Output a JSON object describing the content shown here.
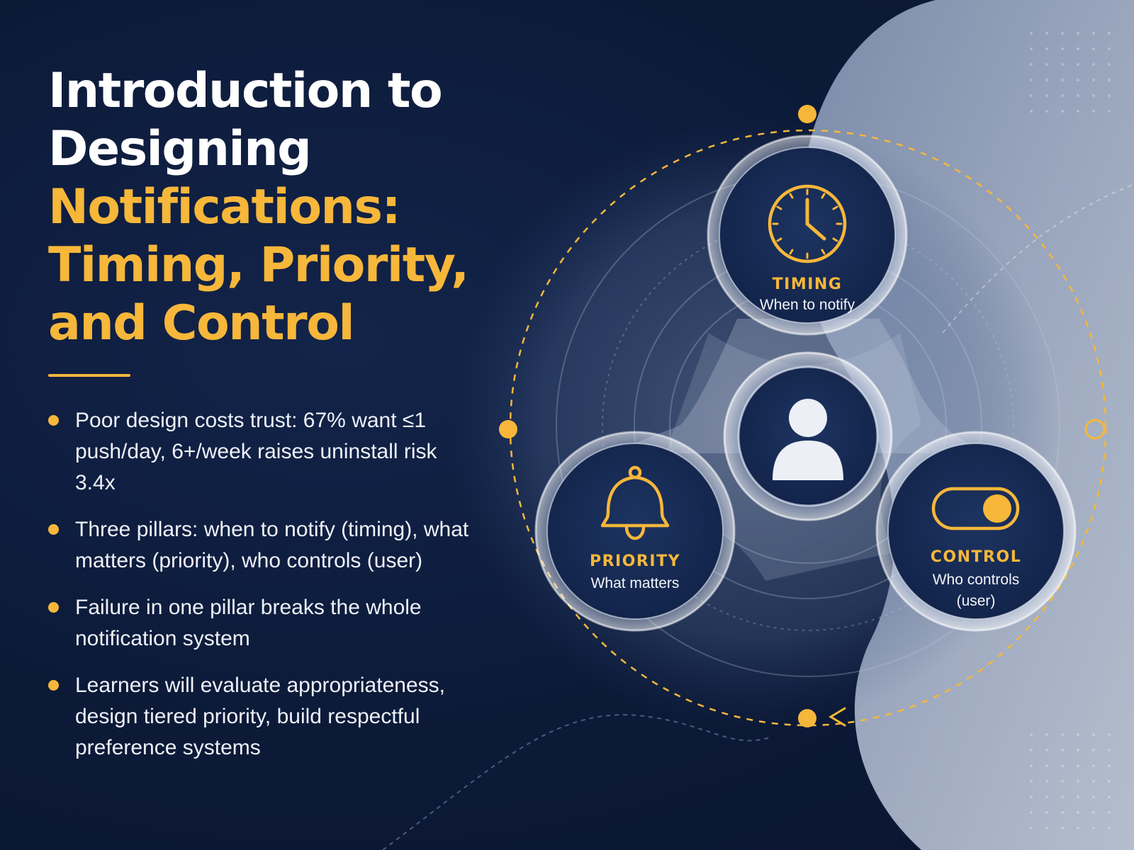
{
  "slide": {
    "title_lines": {
      "line1": "Introduction to",
      "line2": "Designing",
      "line3": "Notifications:",
      "line4": "Timing, Priority,",
      "line5": "and Control"
    },
    "bullets": [
      "Poor design costs trust: 67% want ≤1 push/day, 6+/week raises uninstall risk 3.4x",
      "Three pillars: when to notify (timing), what matters (priority), who controls (user)",
      "Failure in one pillar breaks the whole notification system",
      "Learners will evaluate appropriateness, design tiered priority, build respectful preference systems"
    ]
  },
  "diagram": {
    "center": {
      "icon": "user-icon"
    },
    "pillars": [
      {
        "title": "TIMING",
        "subtitle": [
          "When to notify"
        ],
        "icon": "clock-icon"
      },
      {
        "title": "PRIORITY",
        "subtitle": [
          "What matters"
        ],
        "icon": "bell-icon"
      },
      {
        "title": "CONTROL",
        "subtitle": [
          "Who controls",
          "(user)"
        ],
        "icon": "toggle-icon"
      }
    ]
  },
  "colors": {
    "background": "#0c1a38",
    "accent": "#f6b73a",
    "circle_fill": "#16294f",
    "text": "#ffffff"
  }
}
